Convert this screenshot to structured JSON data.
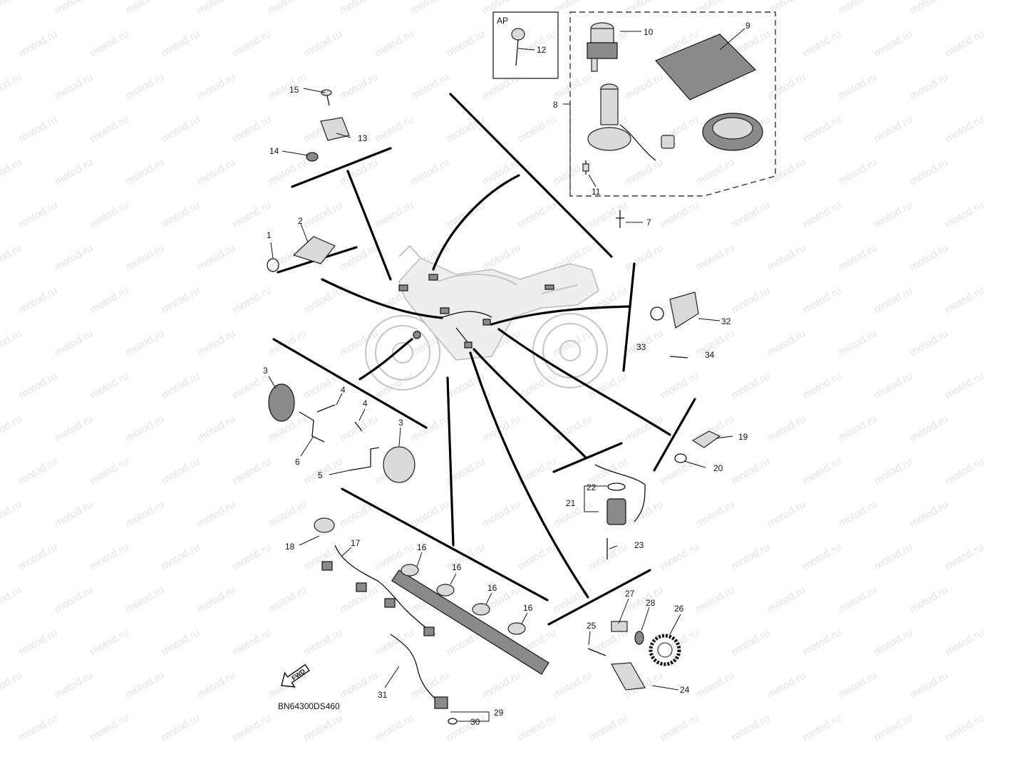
{
  "diagram": {
    "code": "BN64300DS460",
    "fwd_label": "FWD",
    "watermark": "motod.ru",
    "inset_label": "AP",
    "callouts": [
      {
        "id": "c1",
        "label": "1"
      },
      {
        "id": "c2",
        "label": "2"
      },
      {
        "id": "c3a",
        "label": "3"
      },
      {
        "id": "c3b",
        "label": "3"
      },
      {
        "id": "c4a",
        "label": "4"
      },
      {
        "id": "c4b",
        "label": "4"
      },
      {
        "id": "c5",
        "label": "5"
      },
      {
        "id": "c6",
        "label": "6"
      },
      {
        "id": "c7",
        "label": "7"
      },
      {
        "id": "c8",
        "label": "8"
      },
      {
        "id": "c9",
        "label": "9"
      },
      {
        "id": "c10",
        "label": "10"
      },
      {
        "id": "c11",
        "label": "11"
      },
      {
        "id": "c12",
        "label": "12"
      },
      {
        "id": "c13",
        "label": "13"
      },
      {
        "id": "c14",
        "label": "14"
      },
      {
        "id": "c15",
        "label": "15"
      },
      {
        "id": "c16a",
        "label": "16"
      },
      {
        "id": "c16b",
        "label": "16"
      },
      {
        "id": "c16c",
        "label": "16"
      },
      {
        "id": "c16d",
        "label": "16"
      },
      {
        "id": "c17",
        "label": "17"
      },
      {
        "id": "c18",
        "label": "18"
      },
      {
        "id": "c19",
        "label": "19"
      },
      {
        "id": "c20",
        "label": "20"
      },
      {
        "id": "c21",
        "label": "21"
      },
      {
        "id": "c22",
        "label": "22"
      },
      {
        "id": "c23",
        "label": "23"
      },
      {
        "id": "c24",
        "label": "24"
      },
      {
        "id": "c25",
        "label": "25"
      },
      {
        "id": "c26",
        "label": "26"
      },
      {
        "id": "c27",
        "label": "27"
      },
      {
        "id": "c28",
        "label": "28"
      },
      {
        "id": "c29",
        "label": "29"
      },
      {
        "id": "c30",
        "label": "30"
      },
      {
        "id": "c31",
        "label": "31"
      },
      {
        "id": "c32",
        "label": "32"
      },
      {
        "id": "c33",
        "label": "33"
      },
      {
        "id": "c34",
        "label": "34"
      }
    ]
  }
}
